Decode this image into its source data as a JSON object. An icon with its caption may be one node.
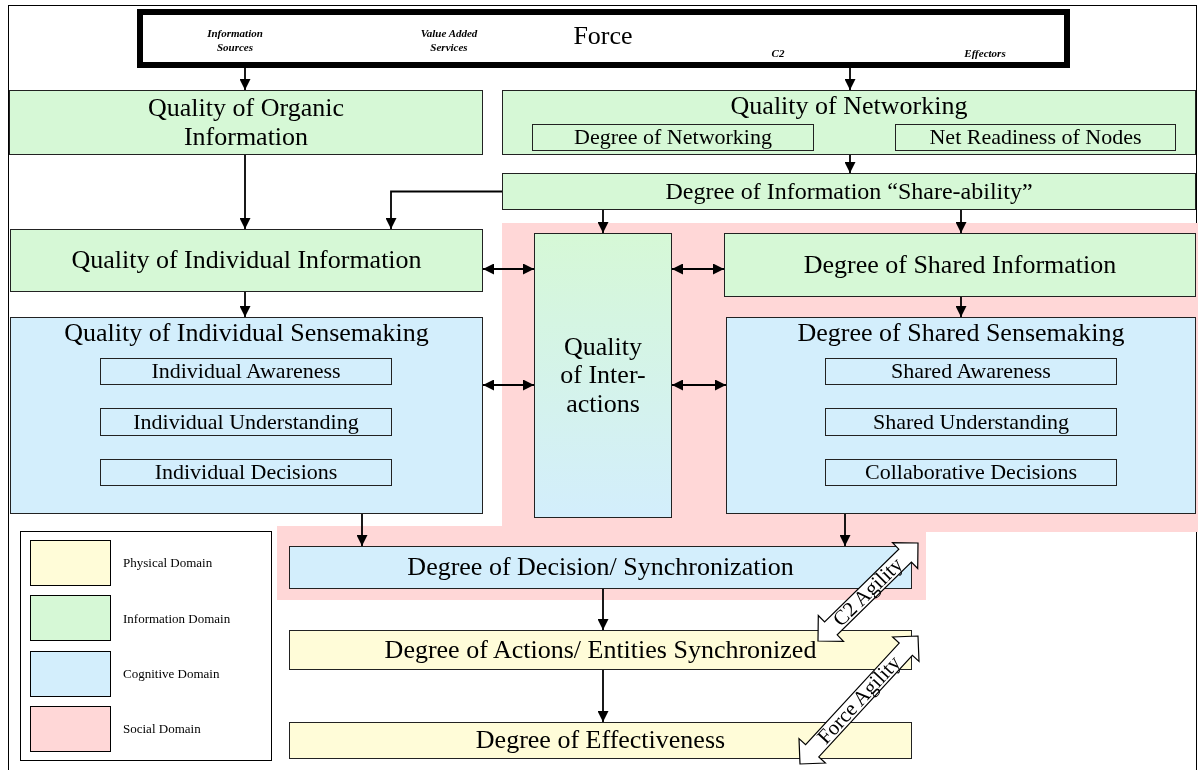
{
  "diagram": {
    "nodes": [
      {
        "text": [
          "Information Sources",
          "Value Added Services",
          "Force",
          "C2",
          "Effectors"
        ]
      },
      {
        "text": [
          "Quality of Organic Information"
        ]
      },
      {
        "text": [
          "Quality of Networking"
        ]
      },
      {
        "text": [
          "Degree of Networking"
        ],
        "in": 2
      },
      {
        "text": [
          "Net Readiness of Nodes"
        ],
        "in": 2
      },
      {
        "text": [
          "Degree of Information “Share-ability”"
        ]
      },
      {
        "text": [
          "Quality of Individual Information"
        ]
      },
      {
        "text": [
          "Quality of Individual Sensemaking"
        ]
      },
      {
        "text": [
          "Individual Awareness"
        ],
        "in": 7
      },
      {
        "text": [
          "Individual Understanding"
        ],
        "in": 7
      },
      {
        "text": [
          "Individual Decisions"
        ],
        "in": 7
      },
      {
        "text": [
          "Quality of Inter-actions"
        ]
      },
      {
        "text": [
          "Degree of Shared Information"
        ]
      },
      {
        "text": [
          "Degree of Shared Sensemaking"
        ]
      },
      {
        "text": [
          "Shared Awareness"
        ],
        "in": 13
      },
      {
        "text": [
          "Shared Understanding"
        ],
        "in": 13
      },
      {
        "text": [
          "Collaborative Decisions"
        ],
        "in": 13
      },
      {
        "text": [
          "Degree of Decision/ Synchronization"
        ]
      },
      {
        "text": [
          "Degree of Actions/ Entities Synchronized"
        ]
      },
      {
        "text": [
          "Degree of Effectiveness"
        ]
      }
    ],
    "edges": [
      {
        "from": 0,
        "to": 1,
        "arrow": "to"
      },
      {
        "from": 0,
        "to": 2,
        "arrow": "to"
      },
      {
        "from": 2,
        "to": 5,
        "arrow": "to"
      },
      {
        "from": 1,
        "to": 6,
        "arrow": "to"
      },
      {
        "from": 5,
        "to": 6,
        "arrow": "to"
      },
      {
        "from": 5,
        "to": 11,
        "arrow": "to"
      },
      {
        "from": 5,
        "to": 12,
        "arrow": "to"
      },
      {
        "from": 6,
        "to": 11,
        "arrow": "both"
      },
      {
        "from": 11,
        "to": 12,
        "arrow": "both"
      },
      {
        "from": 7,
        "to": 11,
        "arrow": "both"
      },
      {
        "from": 11,
        "to": 13,
        "arrow": "both"
      },
      {
        "from": 6,
        "to": 7,
        "arrow": "to"
      },
      {
        "from": 12,
        "to": 13,
        "arrow": "to"
      },
      {
        "from": 7,
        "to": 17,
        "arrow": "to"
      },
      {
        "from": 13,
        "to": 17,
        "arrow": "to"
      },
      {
        "from": 17,
        "to": 18,
        "arrow": "to"
      },
      {
        "from": 18,
        "to": 19,
        "arrow": "to"
      },
      {
        "from": 17,
        "to": 18,
        "arrow": "both",
        "label": "C2 Agility",
        "style": "thick"
      },
      {
        "from": 18,
        "to": 19,
        "arrow": "both",
        "label": "Force Agility",
        "style": "thick"
      }
    ],
    "legend": [
      {
        "text": "Physical Domain",
        "color": "#fffcd8"
      },
      {
        "text": "Information Domain",
        "color": "#d6f8d6"
      },
      {
        "text": "Cognitive Domain",
        "color": "#d3eefc"
      },
      {
        "text": "Social Domain",
        "color": "#ffd7d7"
      }
    ]
  }
}
